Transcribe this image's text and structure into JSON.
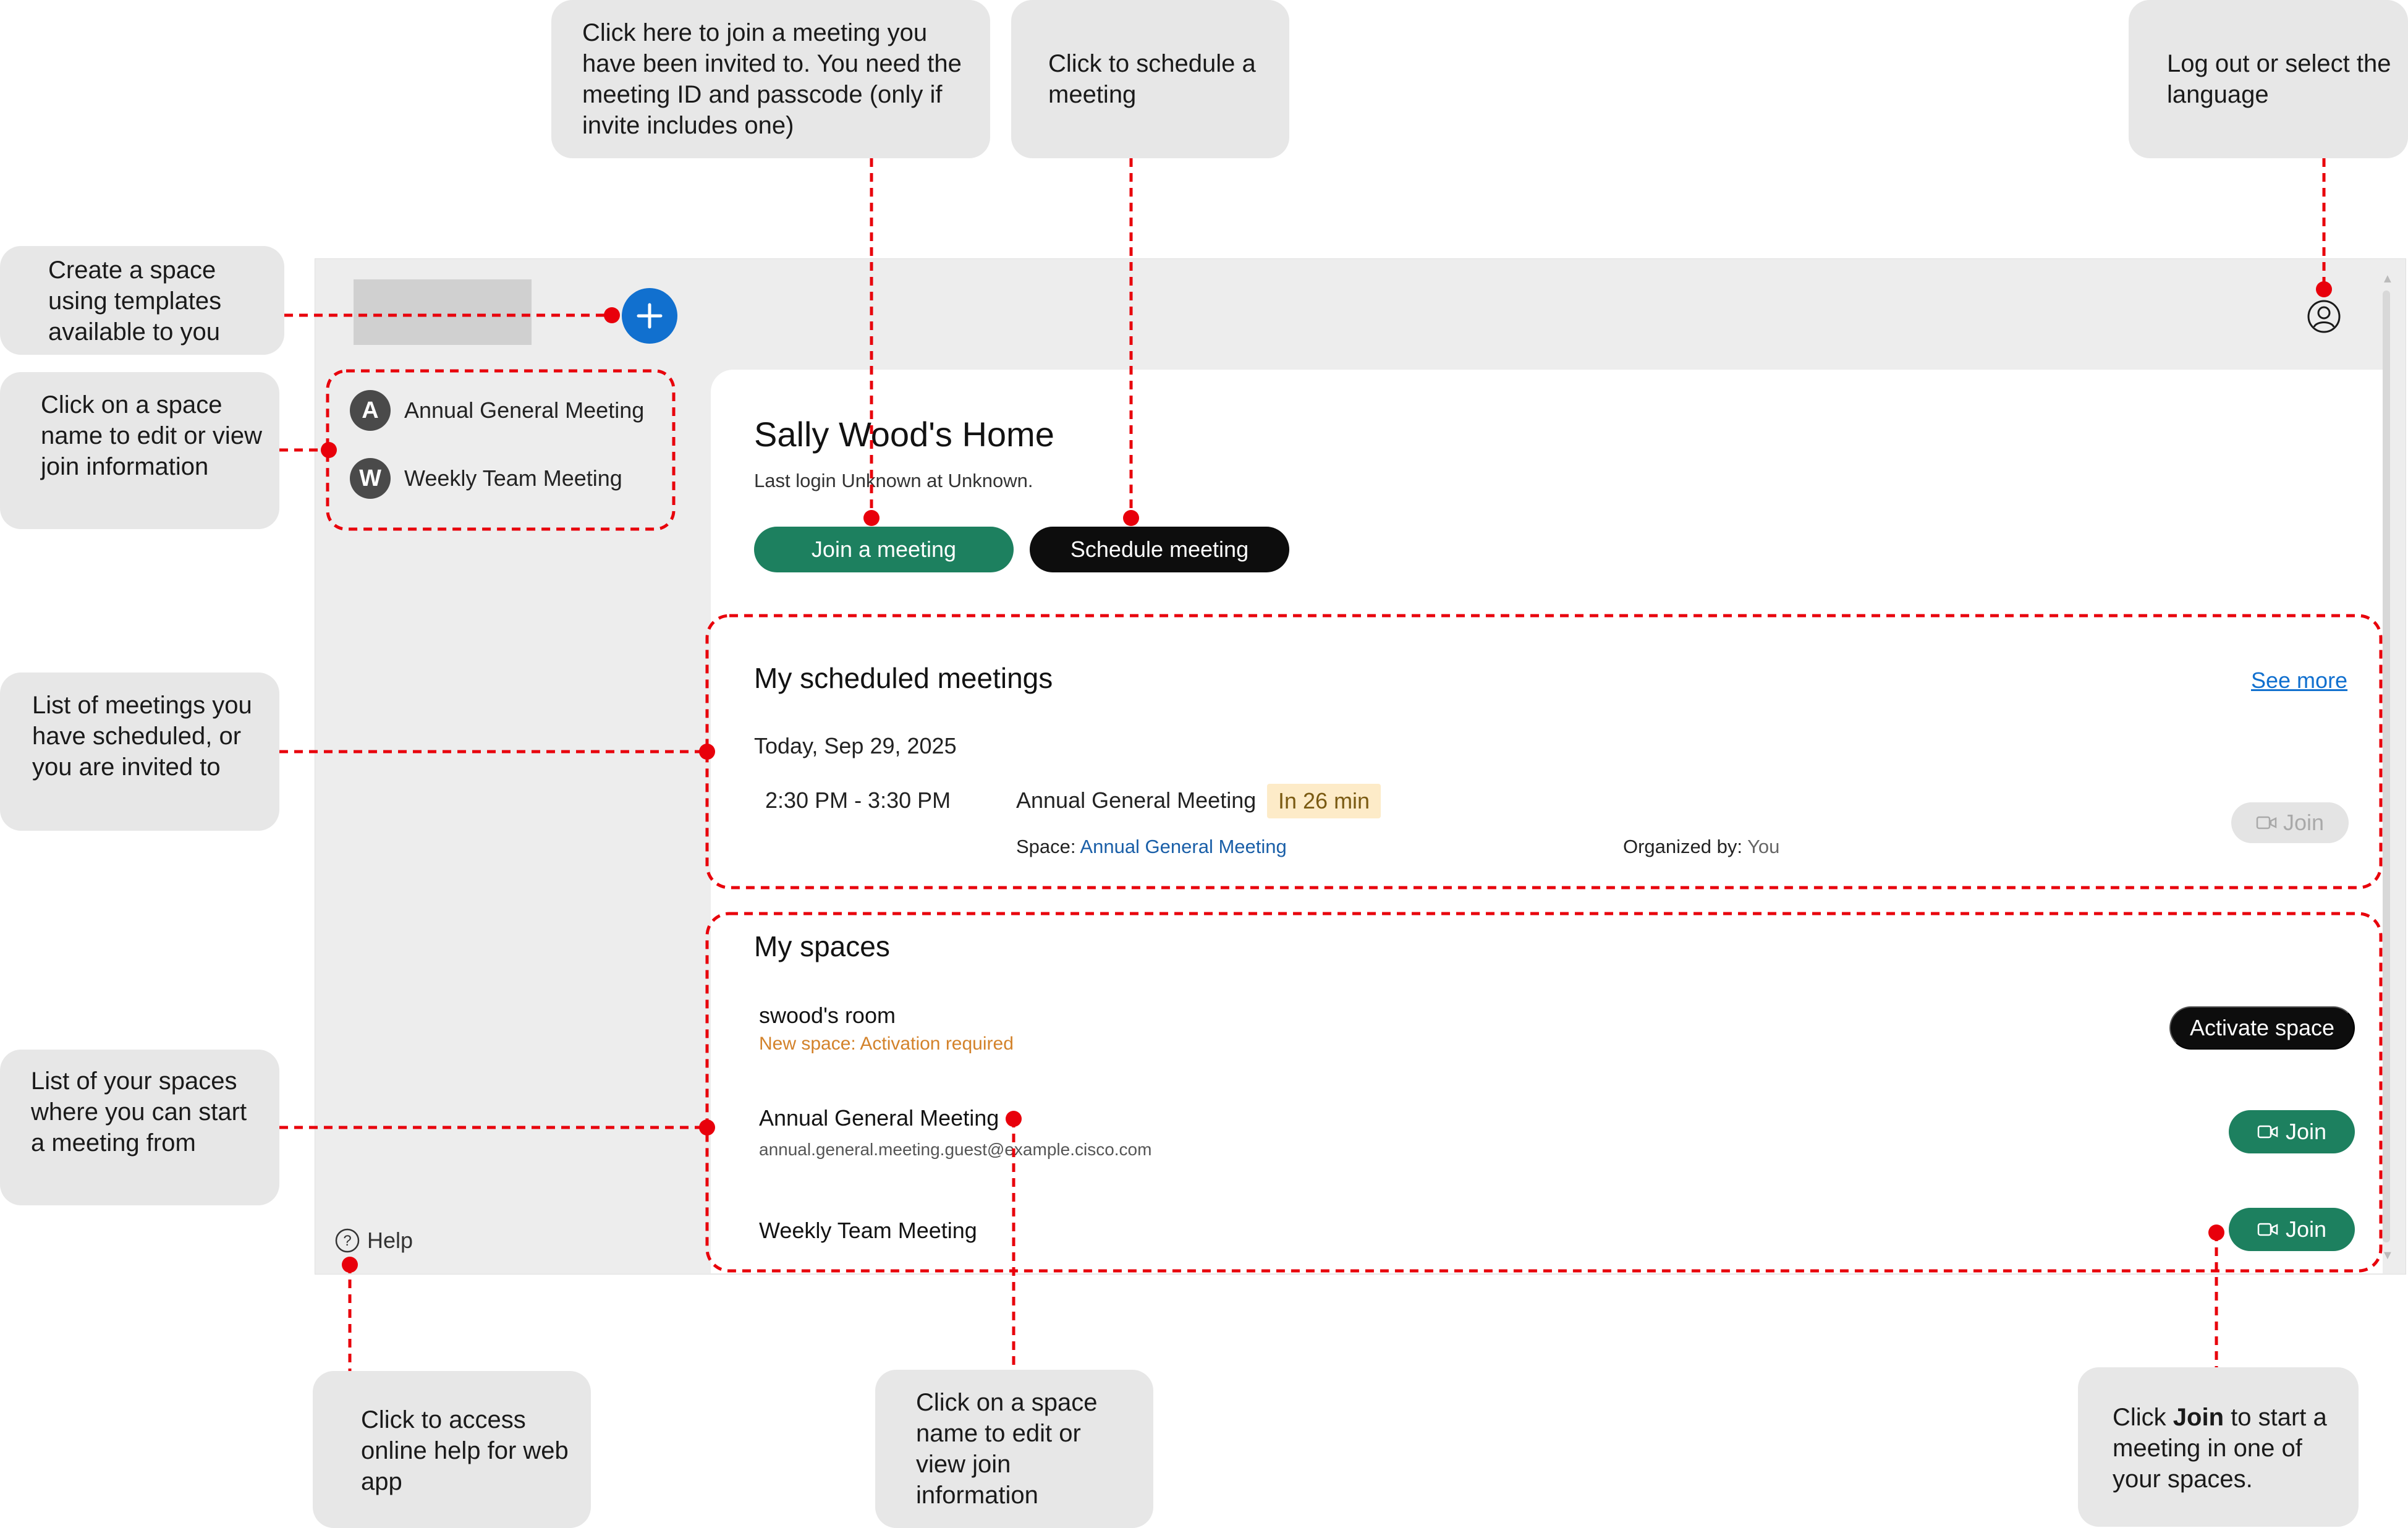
{
  "app": {
    "home_title": "Sally Wood's Home",
    "last_login": "Last login Unknown at Unknown.",
    "join_meeting_label": "Join a meeting",
    "schedule_meeting_label": "Schedule meeting",
    "help_label": "Help"
  },
  "sidebar": {
    "items": [
      {
        "initial": "A",
        "label": "Annual General Meeting"
      },
      {
        "initial": "W",
        "label": "Weekly Team Meeting"
      }
    ]
  },
  "scheduled": {
    "title": "My scheduled meetings",
    "see_more": "See more",
    "date": "Today, Sep 29, 2025",
    "meeting": {
      "time": "2:30 PM - 3:30 PM",
      "name": "Annual General Meeting",
      "badge": "In 26 min",
      "space_label": "Space:",
      "space_name": "Annual General Meeting",
      "organized_label": "Organized by:",
      "organized_value": "You",
      "join_label": "Join"
    }
  },
  "spaces": {
    "title": "My spaces",
    "items": [
      {
        "name": "swood's room",
        "sub": "New space: Activation required",
        "action": "Activate space"
      },
      {
        "name": "Annual General Meeting",
        "sub": "annual.general.meeting.guest@example.cisco.com",
        "action": "Join"
      },
      {
        "name": "Weekly Team Meeting",
        "action": "Join"
      }
    ]
  },
  "callouts": {
    "create_space": "Create a space using templates available to you",
    "sidebar_space": "Click on a space name to edit or view join information",
    "meetings_list": "List of meetings you have scheduled, or you are invited to",
    "spaces_list": "List of your spaces where you can start a meeting from",
    "help": "Click to access online help for web app",
    "join_meeting": "Click here to join a meeting you have been invited to. You need the meeting ID and passcode (only if invite includes one)",
    "schedule": "Click to schedule a meeting",
    "logout": "Log out or select the language",
    "space_name": "Click on a space name to edit or view join information",
    "join_space_prefix": "Click ",
    "join_space_bold": "Join",
    "join_space_suffix": " to start a meeting in one of your spaces."
  },
  "colors": {
    "accent_blue": "#1170cf",
    "join_green": "#1d805f",
    "annotation_red": "#e8000b",
    "warning_orange": "#d3822a"
  }
}
